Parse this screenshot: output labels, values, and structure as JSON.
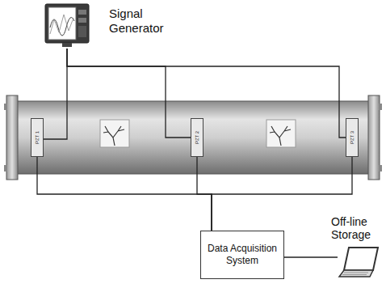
{
  "diagram": {
    "nodes": [
      {
        "text": [
          "Signal Generator"
        ]
      },
      {
        "text": [
          "PZT 1"
        ]
      },
      {
        "text": [
          "PZT 2"
        ]
      },
      {
        "text": [
          "PZT 3"
        ]
      },
      {
        "text": [
          "Data Acquisition System"
        ]
      },
      {
        "text": [
          "Off-line Storage"
        ]
      }
    ],
    "edges": [
      {
        "from": 0,
        "to": 1,
        "arrow": "none"
      },
      {
        "from": 0,
        "to": 2,
        "arrow": "none"
      },
      {
        "from": 0,
        "to": 3,
        "arrow": "none"
      },
      {
        "from": 1,
        "to": 4,
        "arrow": "none"
      },
      {
        "from": 2,
        "to": 4,
        "arrow": "none"
      },
      {
        "from": 3,
        "to": 4,
        "arrow": "none"
      },
      {
        "from": 4,
        "to": 5,
        "arrow": "none"
      }
    ]
  }
}
